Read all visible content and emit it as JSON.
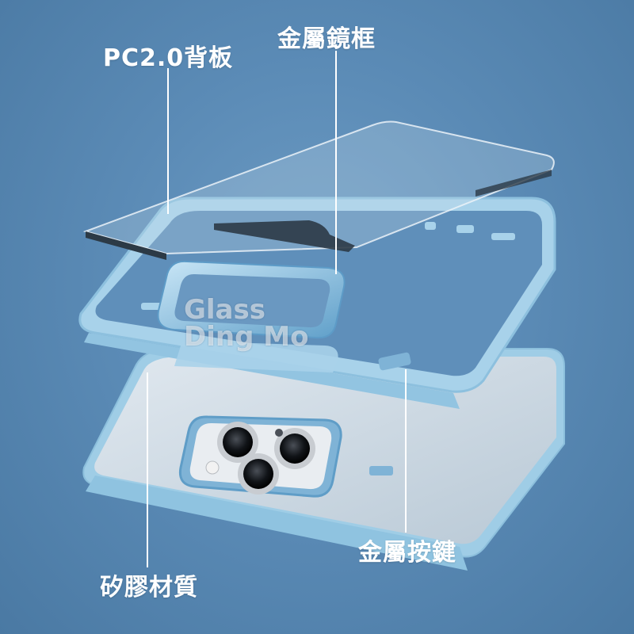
{
  "labels": {
    "back_plate": "PC2.0背板",
    "camera_ring": "金屬鏡框",
    "buttons": "金屬按鍵",
    "material": "矽膠材質"
  },
  "watermark": {
    "line1": "Glass",
    "line2": "Ding Mo"
  },
  "colors": {
    "background": "#5b8bb6",
    "case_blue": "#a8d2ea",
    "metal_blue": "#7fb3d6",
    "leader_line": "#ffffff"
  }
}
